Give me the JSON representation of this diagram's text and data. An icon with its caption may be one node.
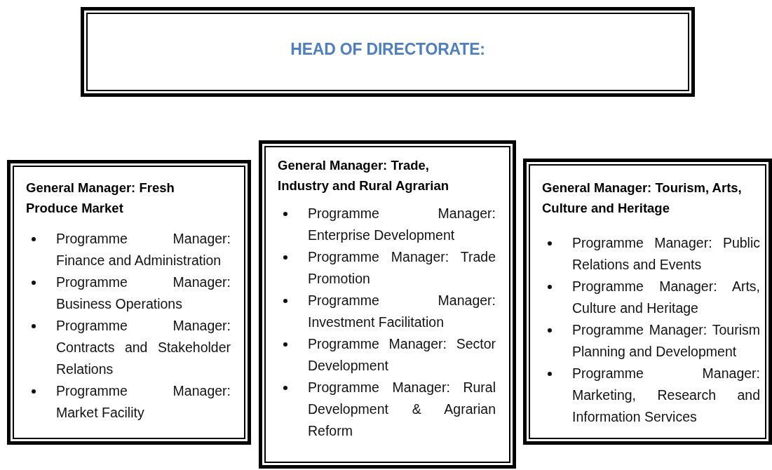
{
  "diagram": {
    "nodes": [
      {
        "text": [
          "HEAD OF DIRECTORATE:"
        ]
      },
      {
        "text": [
          "General Manager: Fresh Produce Market",
          "Programme Manager: Finance and Administration",
          "Programme Manager: Business Operations",
          "Programme Manager: Contracts and Stakeholder Relations",
          "Programme Manager: Market Facility"
        ]
      },
      {
        "text": [
          "General Manager: Trade, Industry and Rural Agrarian",
          "Programme Manager: Enterprise Development",
          "Programme Manager: Trade Promotion",
          "Programme Manager: Investment Facilitation",
          "Programme Manager: Sector Development",
          "Programme Manager: Rural Development & Agrarian Reform"
        ]
      },
      {
        "text": [
          "General Manager: Tourism, Arts, Culture and Heritage",
          "Programme Manager: Public Relations and Events",
          "Programme Manager: Arts, Culture and Heritage",
          "Programme Manager: Tourism Planning and Development",
          "Programme Manager: Marketing, Research and Information Services"
        ]
      }
    ],
    "edges": []
  }
}
